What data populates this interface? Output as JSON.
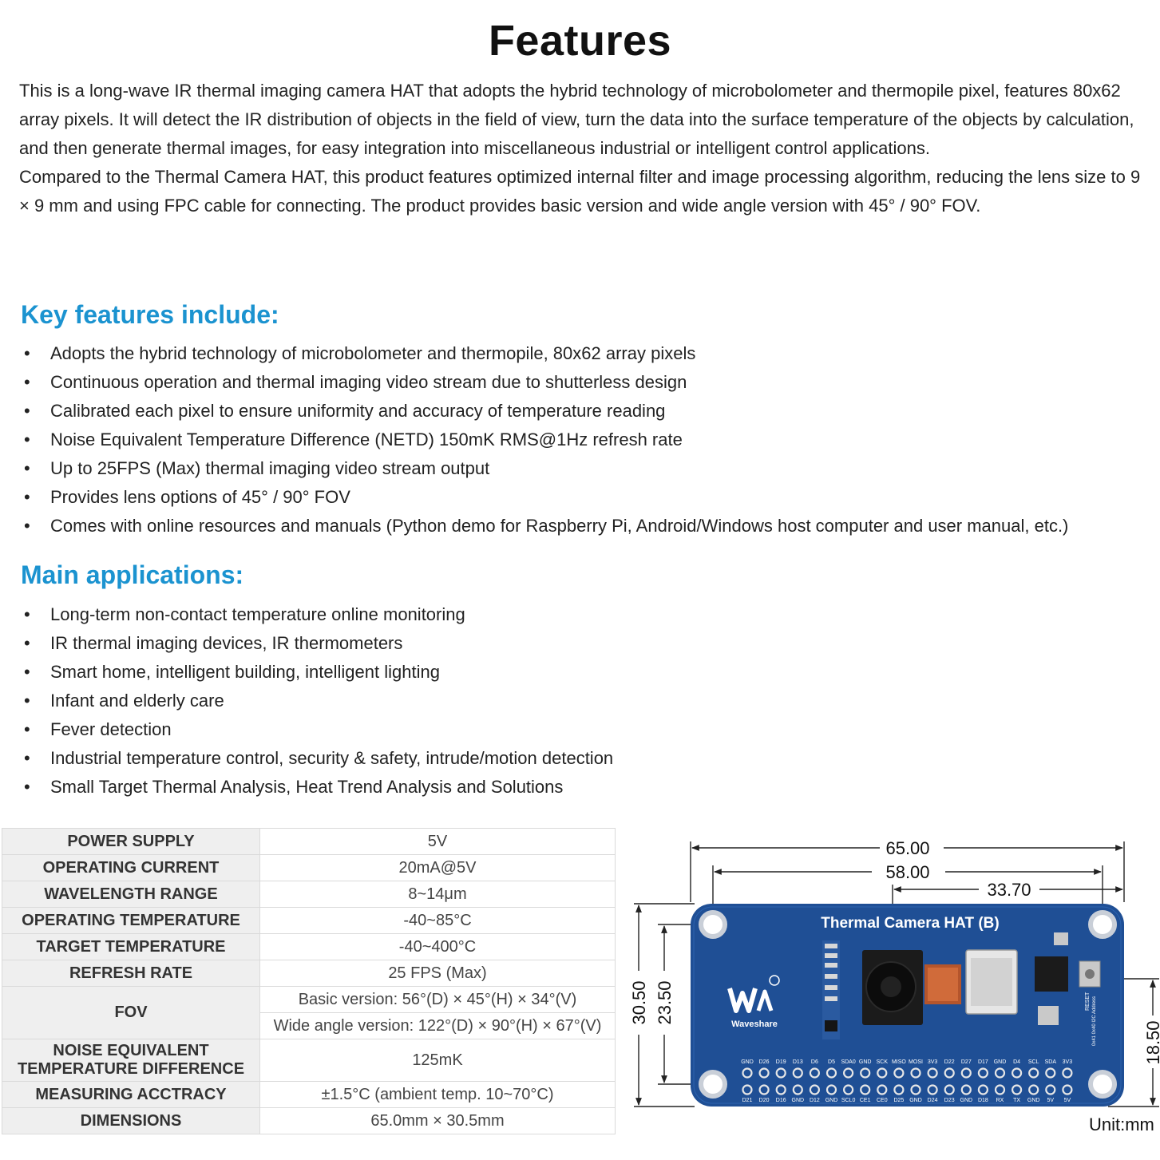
{
  "title": "Features",
  "intro": [
    "This is a long-wave IR thermal imaging camera HAT that adopts the hybrid technology of microbolometer and thermopile pixel, features 80x62 array pixels. It will detect the IR distribution of objects in the field of view, turn the data into the surface temperature of the objects by calculation, and then generate thermal images, for easy integration into miscellaneous industrial or intelligent control applications.",
    "Compared to the Thermal Camera HAT, this product features optimized internal filter and image processing algorithm, reducing the lens size to 9 × 9 mm and using FPC cable for connecting. The product provides basic version and wide angle version with 45° / 90° FOV."
  ],
  "key_features": {
    "heading": "Key features include:",
    "items": [
      "Adopts the hybrid technology of microbolometer and thermopile, 80x62 array pixels",
      "Continuous operation and thermal imaging video stream due to shutterless design",
      "Calibrated each pixel to ensure uniformity and accuracy of temperature reading",
      "Noise Equivalent Temperature Difference (NETD) 150mK RMS@1Hz refresh rate",
      "Up to 25FPS (Max) thermal imaging video stream output",
      "Provides lens options of 45° / 90° FOV",
      "Comes with online resources and manuals (Python demo for Raspberry Pi, Android/Windows host computer and user manual, etc.)"
    ]
  },
  "applications": {
    "heading": "Main applications:",
    "items": [
      "Long-term non-contact temperature online monitoring",
      "IR thermal imaging devices, IR thermometers",
      "Smart home, intelligent building, intelligent lighting",
      "Infant and elderly care",
      "Fever detection",
      "Industrial temperature control, security & safety, intrude/motion detection",
      "Small Target Thermal Analysis, Heat Trend Analysis and Solutions"
    ]
  },
  "specs": {
    "power_supply": {
      "label": "POWER SUPPLY",
      "value": "5V"
    },
    "operating_current": {
      "label": "OPERATING CURRENT",
      "value": "20mA@5V"
    },
    "wavelength_range": {
      "label": "WAVELENGTH RANGE",
      "value": "8~14μm"
    },
    "operating_temperature": {
      "label": "OPERATING TEMPERATURE",
      "value": "-40~85°C"
    },
    "target_temperature": {
      "label": "TARGET TEMPERATURE",
      "value": "-40~400°C"
    },
    "refresh_rate": {
      "label": "REFRESH RATE",
      "value": "25 FPS (Max)"
    },
    "fov": {
      "label": "FOV",
      "basic": "Basic version: 56°(D) × 45°(H) × 34°(V)",
      "wide": "Wide angle version: 122°(D) × 90°(H) × 67°(V)"
    },
    "netd": {
      "label": "NOISE EQUIVALENT TEMPERATURE DIFFERENCE",
      "value": "125mK"
    },
    "accuracy": {
      "label": "MEASURING ACCTRACY",
      "value": "±1.5°C (ambient temp. 10~70°C)"
    },
    "dimensions": {
      "label": "DIMENSIONS",
      "value": "65.0mm × 30.5mm"
    }
  },
  "diagram": {
    "dim_width_total": "65.00",
    "dim_width_holes": "58.00",
    "dim_to_connector": "33.70",
    "dim_height_total": "30.50",
    "dim_height_holes": "23.50",
    "dim_right": "18.50",
    "board_title": "Thermal Camera HAT (B)",
    "brand": "Waveshare",
    "reset_label": "RESET",
    "i2c_label": "0x41 0x40 I2C Address",
    "pins_top": [
      "GND",
      "D26",
      "D19",
      "D13",
      "D6",
      "D5",
      "SDA0",
      "GND",
      "SCK",
      "MISO",
      "MOSI",
      "3V3",
      "D22",
      "D27",
      "D17",
      "GND",
      "D4",
      "SCL",
      "SDA",
      "3V3"
    ],
    "pins_bottom": [
      "D21",
      "D20",
      "D16",
      "GND",
      "D12",
      "GND",
      "SCL0",
      "CE1",
      "CE0",
      "D25",
      "GND",
      "D24",
      "D23",
      "GND",
      "D18",
      "RX",
      "TX",
      "GND",
      "5V",
      "5V"
    ],
    "unit": "Unit:mm"
  },
  "colors": {
    "heading": "#1b93d0",
    "pcb": "#1f4f95",
    "table_header_bg": "#efefef"
  }
}
